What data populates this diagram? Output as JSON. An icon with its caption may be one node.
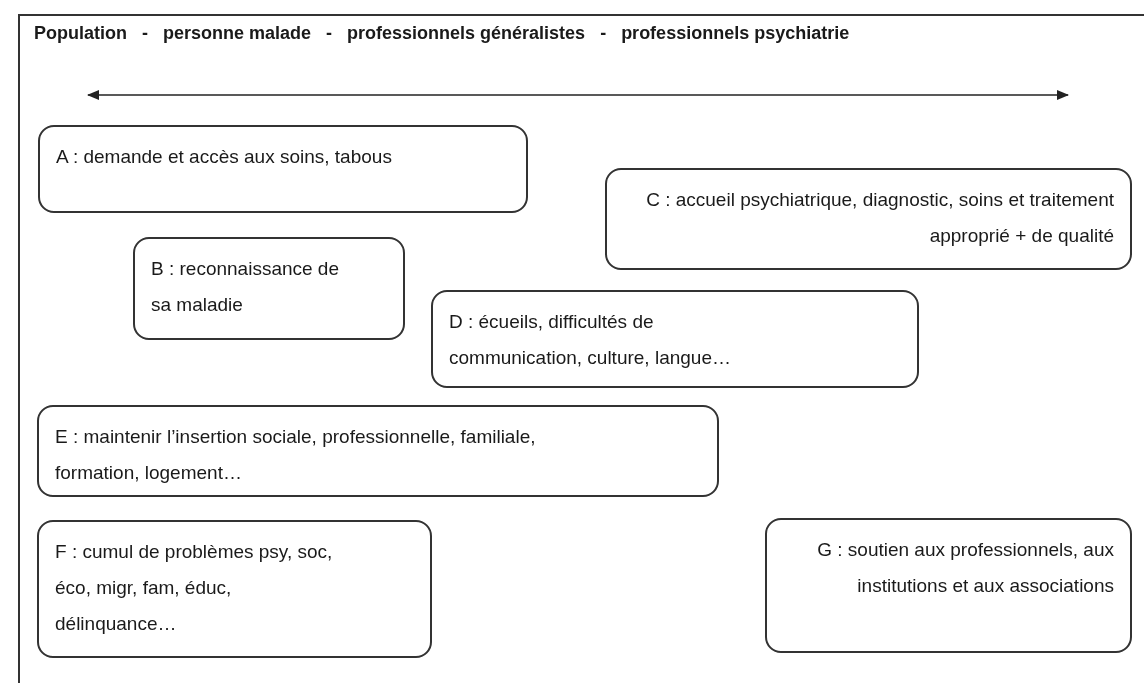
{
  "diagram": {
    "title": "Population   -   personne malade   -   professionnels généralistes   -   professionnels psychiatrie",
    "nodes": [
      {
        "text": [
          "A : demande et accès aux soins, tabous"
        ]
      },
      {
        "text": [
          "B : reconnaissance de sa maladie"
        ]
      },
      {
        "text": [
          "C : accueil psychiatrique, diagnostic, soins et traitement approprié + de qualité"
        ]
      },
      {
        "text": [
          "D : écueils, difficultés de communication, culture, langue…"
        ]
      },
      {
        "text": [
          "E : maintenir l’insertion sociale, professionnelle, familiale, formation, logement…"
        ]
      },
      {
        "text": [
          "F : cumul de problèmes psy, soc, éco, migr, fam, éduc, délinquance…"
        ]
      },
      {
        "text": [
          "G : soutien aux professionnels, aux institutions et aux associations"
        ]
      }
    ],
    "edges": []
  }
}
